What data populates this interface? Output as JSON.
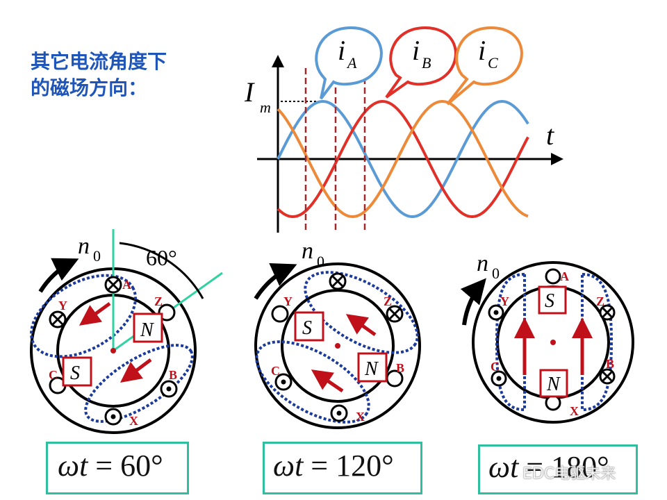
{
  "title": {
    "line1": "其它电流角度下",
    "line2": "的磁场方向："
  },
  "waveform": {
    "amplitude_label": "I",
    "amplitude_sub": "m",
    "time_label": "t",
    "bubbles": [
      {
        "letter": "i",
        "sub": "A",
        "color": "#5b9bd5"
      },
      {
        "letter": "i",
        "sub": "B",
        "color": "#e03028"
      },
      {
        "letter": "i",
        "sub": "C",
        "color": "#ed8a3a"
      }
    ]
  },
  "motors": [
    {
      "speed_label": "n",
      "speed_sub": "0",
      "angle_label": "60°",
      "letters": {
        "A": "A",
        "Z": "Z",
        "Y": "Y",
        "C": "C",
        "B": "B",
        "X": "X"
      },
      "poles": {
        "N": "N",
        "S": "S"
      },
      "equation": {
        "lhs": "ωt",
        "op": "=",
        "rhs": "60°"
      }
    },
    {
      "speed_label": "n",
      "speed_sub": "0",
      "letters": {
        "Y": "Y",
        "Z": "Z",
        "C": "C",
        "B": "B",
        "X": "X"
      },
      "poles": {
        "N": "N",
        "S": "S"
      },
      "equation": {
        "lhs": "ωt",
        "op": "=",
        "rhs": "120°"
      }
    },
    {
      "speed_label": "n",
      "speed_sub": "0",
      "letters": {
        "A": "A",
        "Y": "Y",
        "Z": "Z",
        "C": "C",
        "B": "B",
        "X": "X"
      },
      "poles": {
        "N": "N",
        "S": "S"
      },
      "equation": {
        "lhs": "ωt",
        "op": "=",
        "rhs": "180°"
      }
    }
  ],
  "watermark": "EDC电驱未来",
  "colors": {
    "title": "#1f55b8",
    "phaseA": "#5b9bd5",
    "phaseB": "#e03028",
    "phaseC": "#ed8a3a",
    "arrow": "#c0101a",
    "pole_box": "#c0101a",
    "flux": "#1b3a9a",
    "dashed_line": "#a0282a",
    "angle_line": "#2fd2a0",
    "equation_border": "#2fbf9f"
  }
}
